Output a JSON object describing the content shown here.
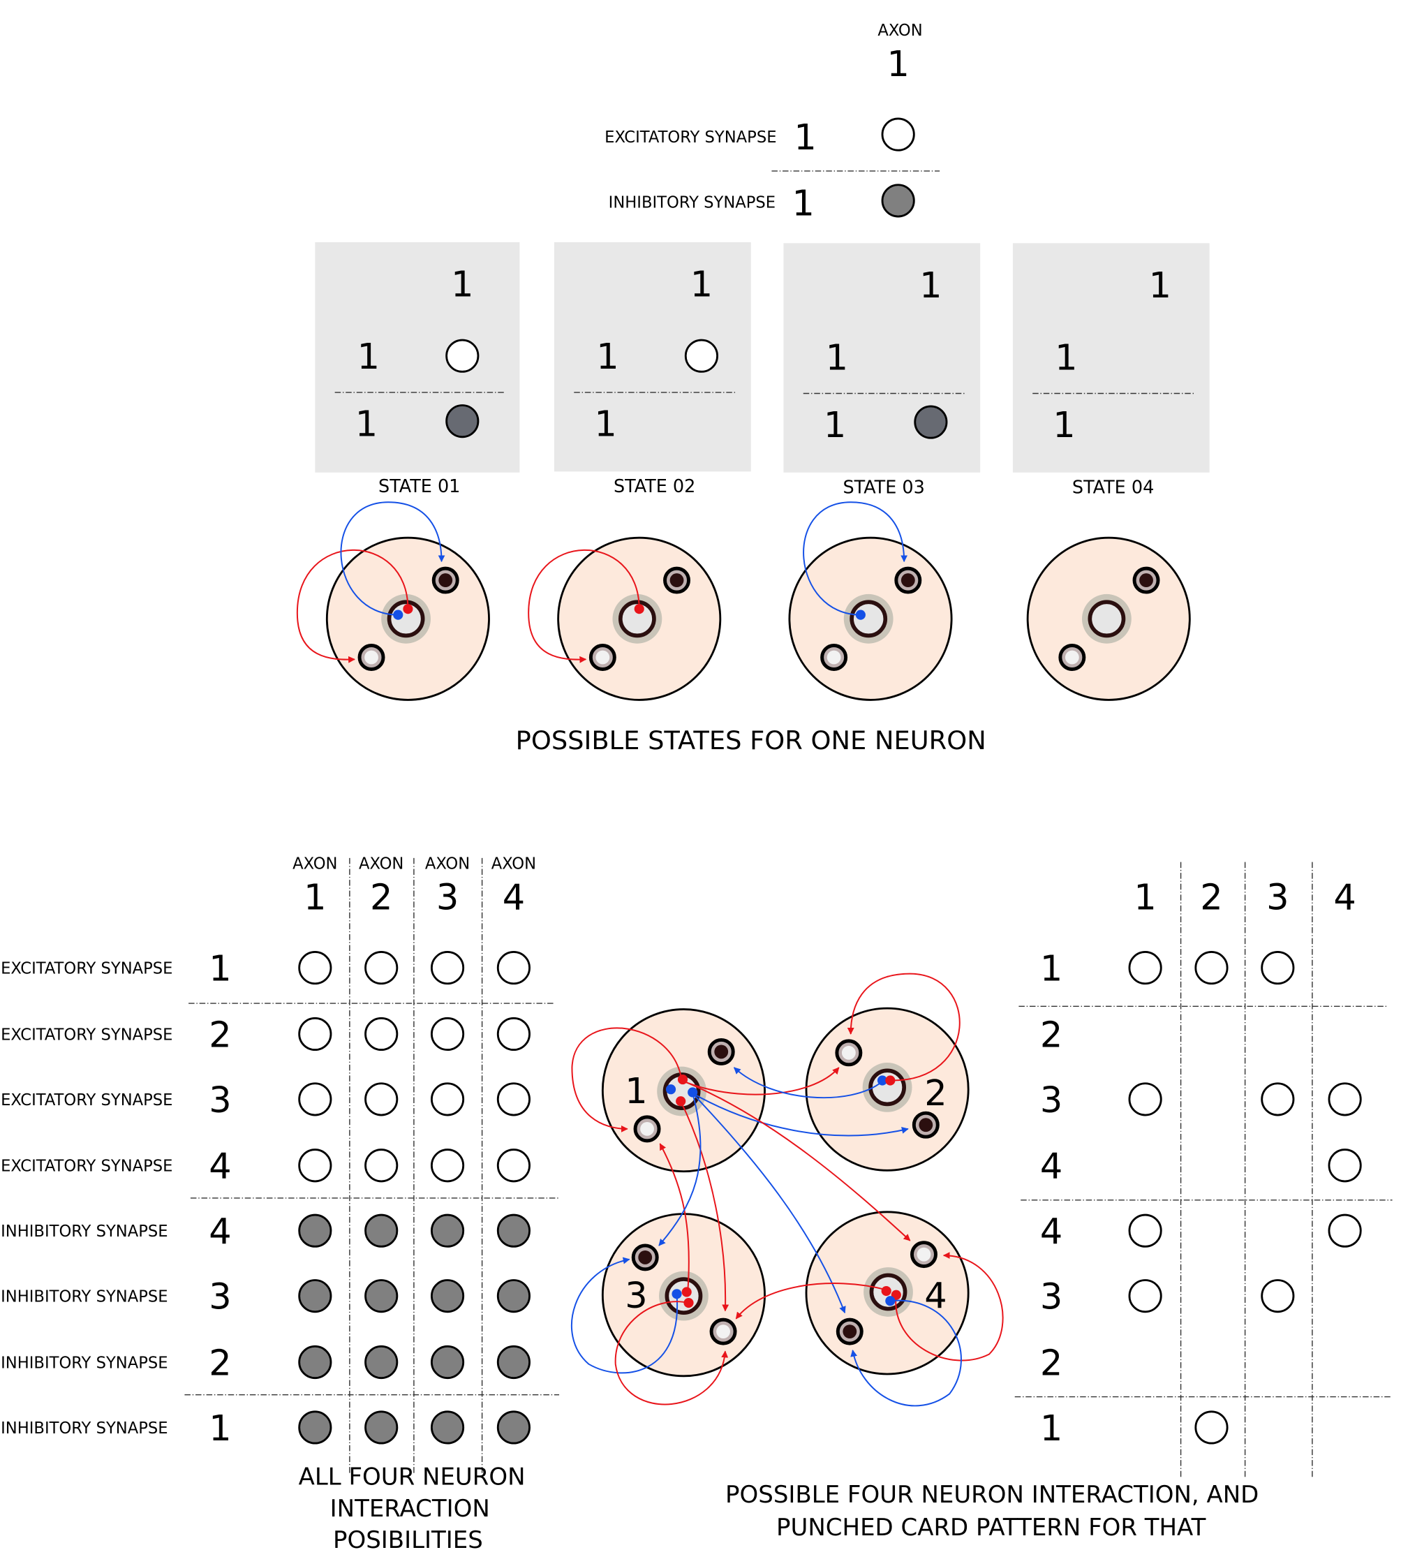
{
  "top_legend": {
    "axon_label": "AXON",
    "axon_number": "1",
    "excitatory_label": "EXCITATORY SYNAPSE",
    "excitatory_number": "1",
    "inhibitory_label": "INHIBITORY SYNAPSE",
    "inhibitory_number": "1"
  },
  "states": [
    {
      "label": "STATE 01",
      "axon": "1",
      "excitatory": "1",
      "inhibitory": "1",
      "excitatory_hole": true,
      "inhibitory_hole": true
    },
    {
      "label": "STATE 02",
      "axon": "1",
      "excitatory": "1",
      "inhibitory": "1",
      "excitatory_hole": true,
      "inhibitory_hole": false
    },
    {
      "label": "STATE 03",
      "axon": "1",
      "excitatory": "1",
      "inhibitory": "1",
      "excitatory_hole": false,
      "inhibitory_hole": true
    },
    {
      "label": "STATE 04",
      "axon": "1",
      "excitatory": "1",
      "inhibitory": "1",
      "excitatory_hole": false,
      "inhibitory_hole": false
    }
  ],
  "states_caption": "POSSIBLE STATES FOR ONE NEURON",
  "all_table": {
    "axon_label": "AXON",
    "columns": [
      "1",
      "2",
      "3",
      "4"
    ],
    "rows": [
      {
        "label": "EXCITATORY SYNAPSE",
        "number": "1",
        "type": "excitatory"
      },
      {
        "label": "EXCITATORY SYNAPSE",
        "number": "2",
        "type": "excitatory"
      },
      {
        "label": "EXCITATORY SYNAPSE",
        "number": "3",
        "type": "excitatory"
      },
      {
        "label": "EXCITATORY SYNAPSE",
        "number": "4",
        "type": "excitatory"
      },
      {
        "label": "INHIBITORY SYNAPSE",
        "number": "4",
        "type": "inhibitory"
      },
      {
        "label": "INHIBITORY SYNAPSE",
        "number": "3",
        "type": "inhibitory"
      },
      {
        "label": "INHIBITORY SYNAPSE",
        "number": "2",
        "type": "inhibitory"
      },
      {
        "label": "INHIBITORY SYNAPSE",
        "number": "1",
        "type": "inhibitory"
      }
    ],
    "caption": [
      "ALL FOUR NEURON",
      "INTERACTION",
      "POSIBILITIES"
    ]
  },
  "network": {
    "neuron_labels": [
      "1",
      "2",
      "3",
      "4"
    ]
  },
  "punched_card": {
    "columns": [
      "1",
      "2",
      "3",
      "4"
    ],
    "row_numbers": [
      "1",
      "2",
      "3",
      "4",
      "4",
      "3",
      "2",
      "1"
    ],
    "holes": [
      [
        1,
        1,
        1,
        0
      ],
      [
        0,
        0,
        0,
        0
      ],
      [
        1,
        0,
        1,
        1
      ],
      [
        0,
        0,
        0,
        1
      ],
      [
        1,
        0,
        0,
        1
      ],
      [
        1,
        0,
        1,
        0
      ],
      [
        0,
        0,
        0,
        0
      ],
      [
        0,
        1,
        0,
        0
      ]
    ],
    "caption": [
      "POSSIBLE FOUR NEURON INTERACTION, AND",
      "PUNCHED CARD PATTERN FOR THAT"
    ]
  },
  "colors": {
    "excitatory": "#e8141a",
    "inhibitory": "#1450e6",
    "neuron_fill": "#fde9dc",
    "panel": "#e8e8e8",
    "inhibitory_hole": "#808080",
    "state_inhibitory_hole": "#676a72"
  }
}
